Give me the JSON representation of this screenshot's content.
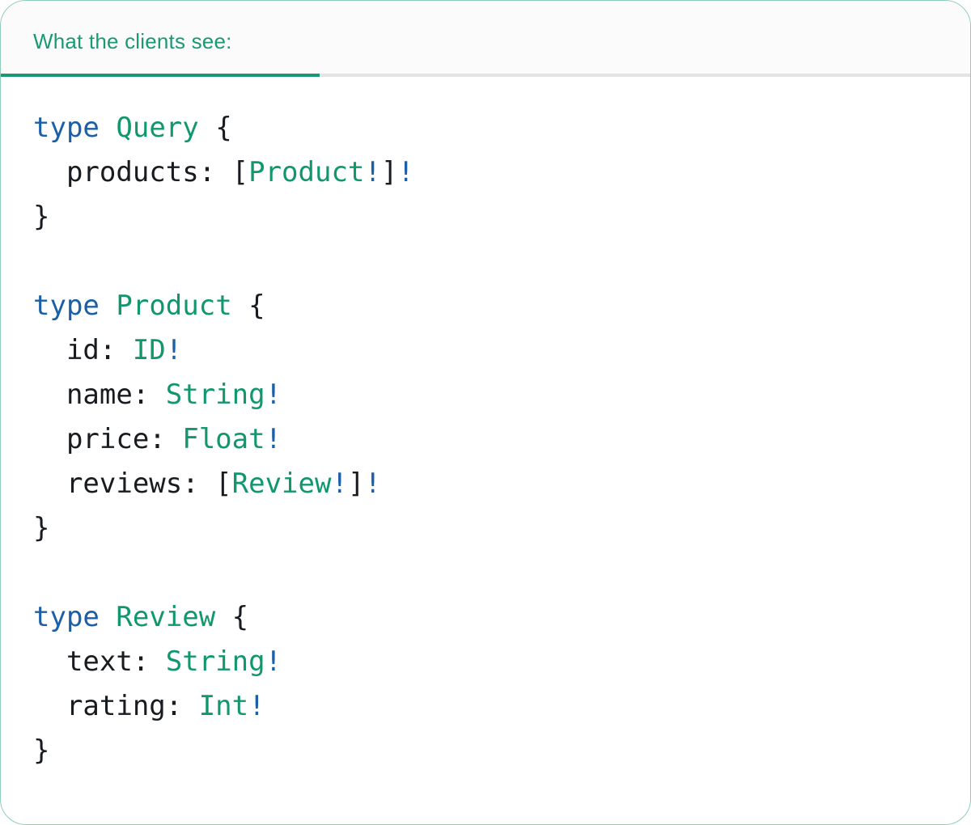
{
  "tab": {
    "label": "What the clients see:"
  },
  "colors": {
    "accent": "#1a9a73",
    "keyword": "#1b5fa6",
    "typename": "#10976e",
    "code_text": "#181b1f",
    "divider": "#e4e4e6",
    "tabbar_bg": "#fbfbfb",
    "panel_bg": "#ffffff",
    "panel_border": "#90cdb5"
  },
  "code": {
    "language": "graphql",
    "lines": [
      [
        {
          "t": "type",
          "c": "kw"
        },
        {
          "t": " ",
          "c": "pl"
        },
        {
          "t": "Query",
          "c": "ty"
        },
        {
          "t": " {",
          "c": "pl"
        }
      ],
      [
        {
          "t": "  products: [",
          "c": "pl"
        },
        {
          "t": "Product",
          "c": "ty"
        },
        {
          "t": "!",
          "c": "kw"
        },
        {
          "t": "]",
          "c": "pl"
        },
        {
          "t": "!",
          "c": "kw"
        }
      ],
      [
        {
          "t": "}",
          "c": "pl"
        }
      ],
      [],
      [
        {
          "t": "type",
          "c": "kw"
        },
        {
          "t": " ",
          "c": "pl"
        },
        {
          "t": "Product",
          "c": "ty"
        },
        {
          "t": " {",
          "c": "pl"
        }
      ],
      [
        {
          "t": "  id: ",
          "c": "pl"
        },
        {
          "t": "ID",
          "c": "ty"
        },
        {
          "t": "!",
          "c": "kw"
        }
      ],
      [
        {
          "t": "  name: ",
          "c": "pl"
        },
        {
          "t": "String",
          "c": "ty"
        },
        {
          "t": "!",
          "c": "kw"
        }
      ],
      [
        {
          "t": "  price: ",
          "c": "pl"
        },
        {
          "t": "Float",
          "c": "ty"
        },
        {
          "t": "!",
          "c": "kw"
        }
      ],
      [
        {
          "t": "  reviews: [",
          "c": "pl"
        },
        {
          "t": "Review",
          "c": "ty"
        },
        {
          "t": "!",
          "c": "kw"
        },
        {
          "t": "]",
          "c": "pl"
        },
        {
          "t": "!",
          "c": "kw"
        }
      ],
      [
        {
          "t": "}",
          "c": "pl"
        }
      ],
      [],
      [
        {
          "t": "type",
          "c": "kw"
        },
        {
          "t": " ",
          "c": "pl"
        },
        {
          "t": "Review",
          "c": "ty"
        },
        {
          "t": " {",
          "c": "pl"
        }
      ],
      [
        {
          "t": "  text: ",
          "c": "pl"
        },
        {
          "t": "String",
          "c": "ty"
        },
        {
          "t": "!",
          "c": "kw"
        }
      ],
      [
        {
          "t": "  rating: ",
          "c": "pl"
        },
        {
          "t": "Int",
          "c": "ty"
        },
        {
          "t": "!",
          "c": "kw"
        }
      ],
      [
        {
          "t": "}",
          "c": "pl"
        }
      ]
    ]
  }
}
